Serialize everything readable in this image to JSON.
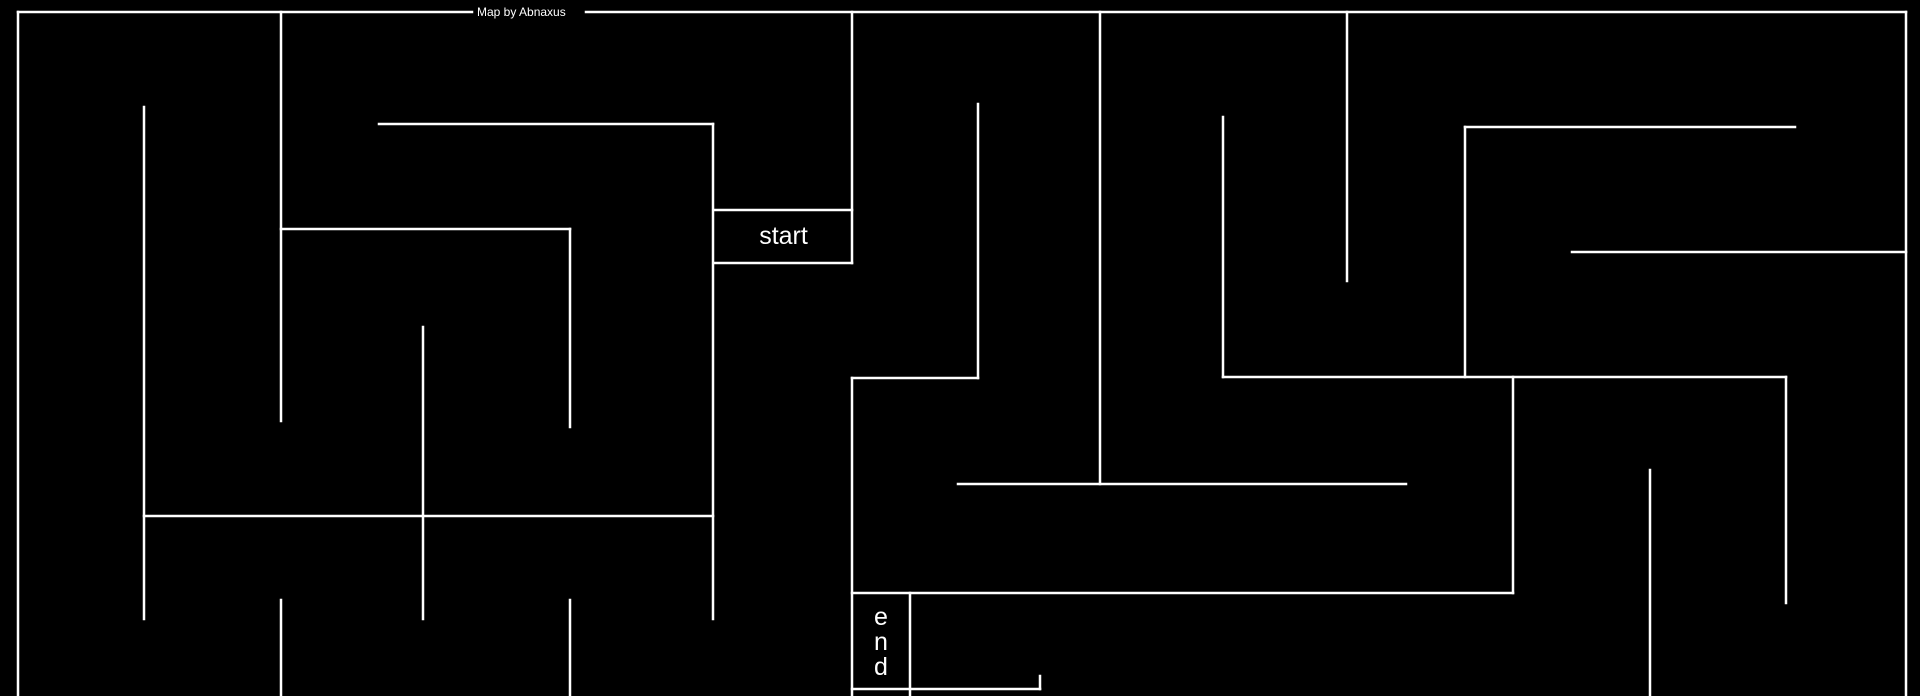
{
  "credit": "Map by Abnaxus",
  "start_label": "start",
  "end_label": "end",
  "colors": {
    "background": "#000000",
    "walls": "#ffffff",
    "text": "#ffffff"
  }
}
